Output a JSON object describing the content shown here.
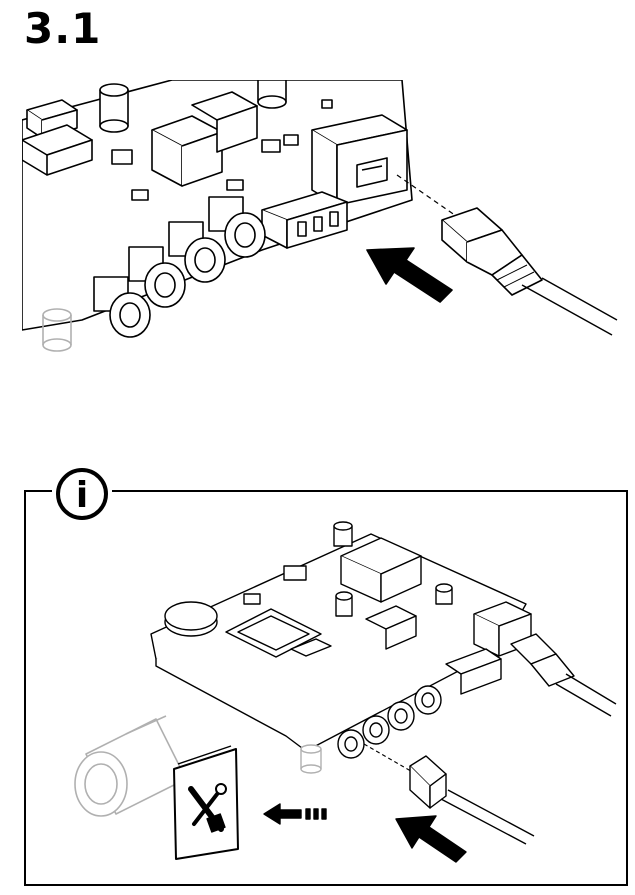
{
  "step": {
    "number": "3.1"
  },
  "info": {
    "icon": "info-icon",
    "glyph": "i"
  },
  "figures": {
    "top": {
      "name": "board-rj45-connection-closeup"
    },
    "bottom": {
      "name": "board-overview-with-manual-reference",
      "manual_icon": "tools-manual-icon"
    }
  },
  "colors": {
    "ink": "#000000",
    "ghost": "#b0b0b0",
    "background": "#ffffff"
  }
}
